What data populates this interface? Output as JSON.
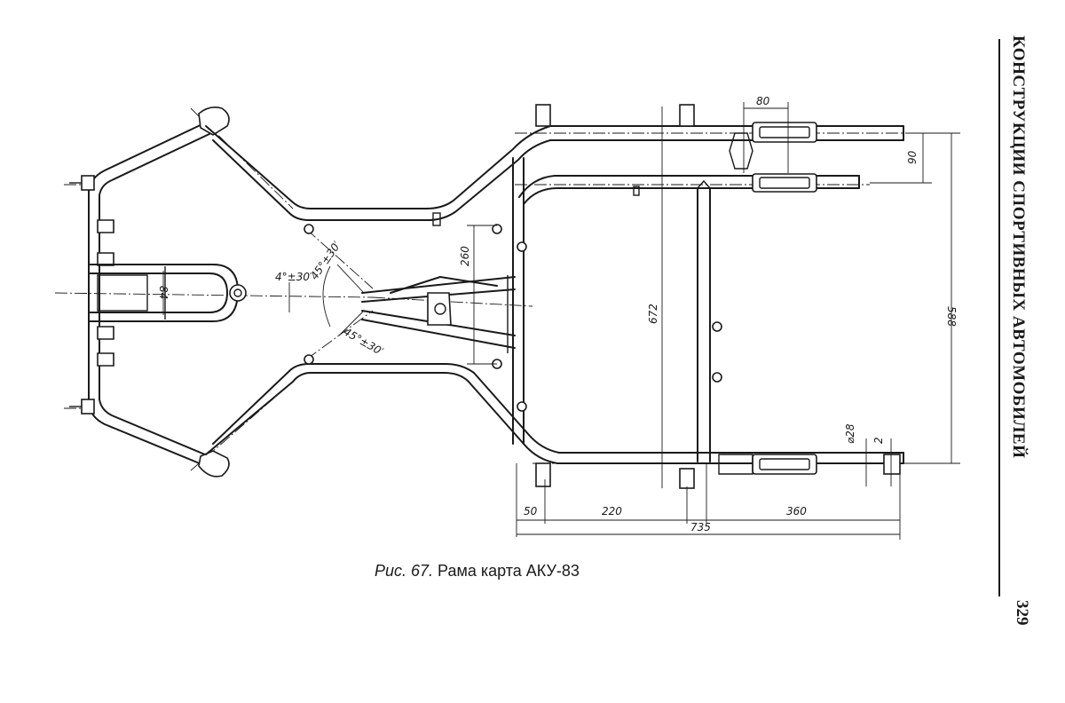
{
  "page": {
    "running_head": "КОНСТРУКЦИИ СПОРТИВНЫХ АВТОМОБИЛЕЙ",
    "page_number": "329"
  },
  "figure": {
    "caption_prefix": "Рис. 67.",
    "caption_text": " Рама карта АКУ-83",
    "dimensions": {
      "d80": "80",
      "d90": "90",
      "d588": "588",
      "d672": "672",
      "d260": "260",
      "d84": "84",
      "d28": "⌀28",
      "d2": "2",
      "d50": "50",
      "d220": "220",
      "d360": "360",
      "d735": "735",
      "angle_4": "4°±30′",
      "angle_45a": "45°±30′",
      "angle_45b": "45°±30′"
    }
  }
}
